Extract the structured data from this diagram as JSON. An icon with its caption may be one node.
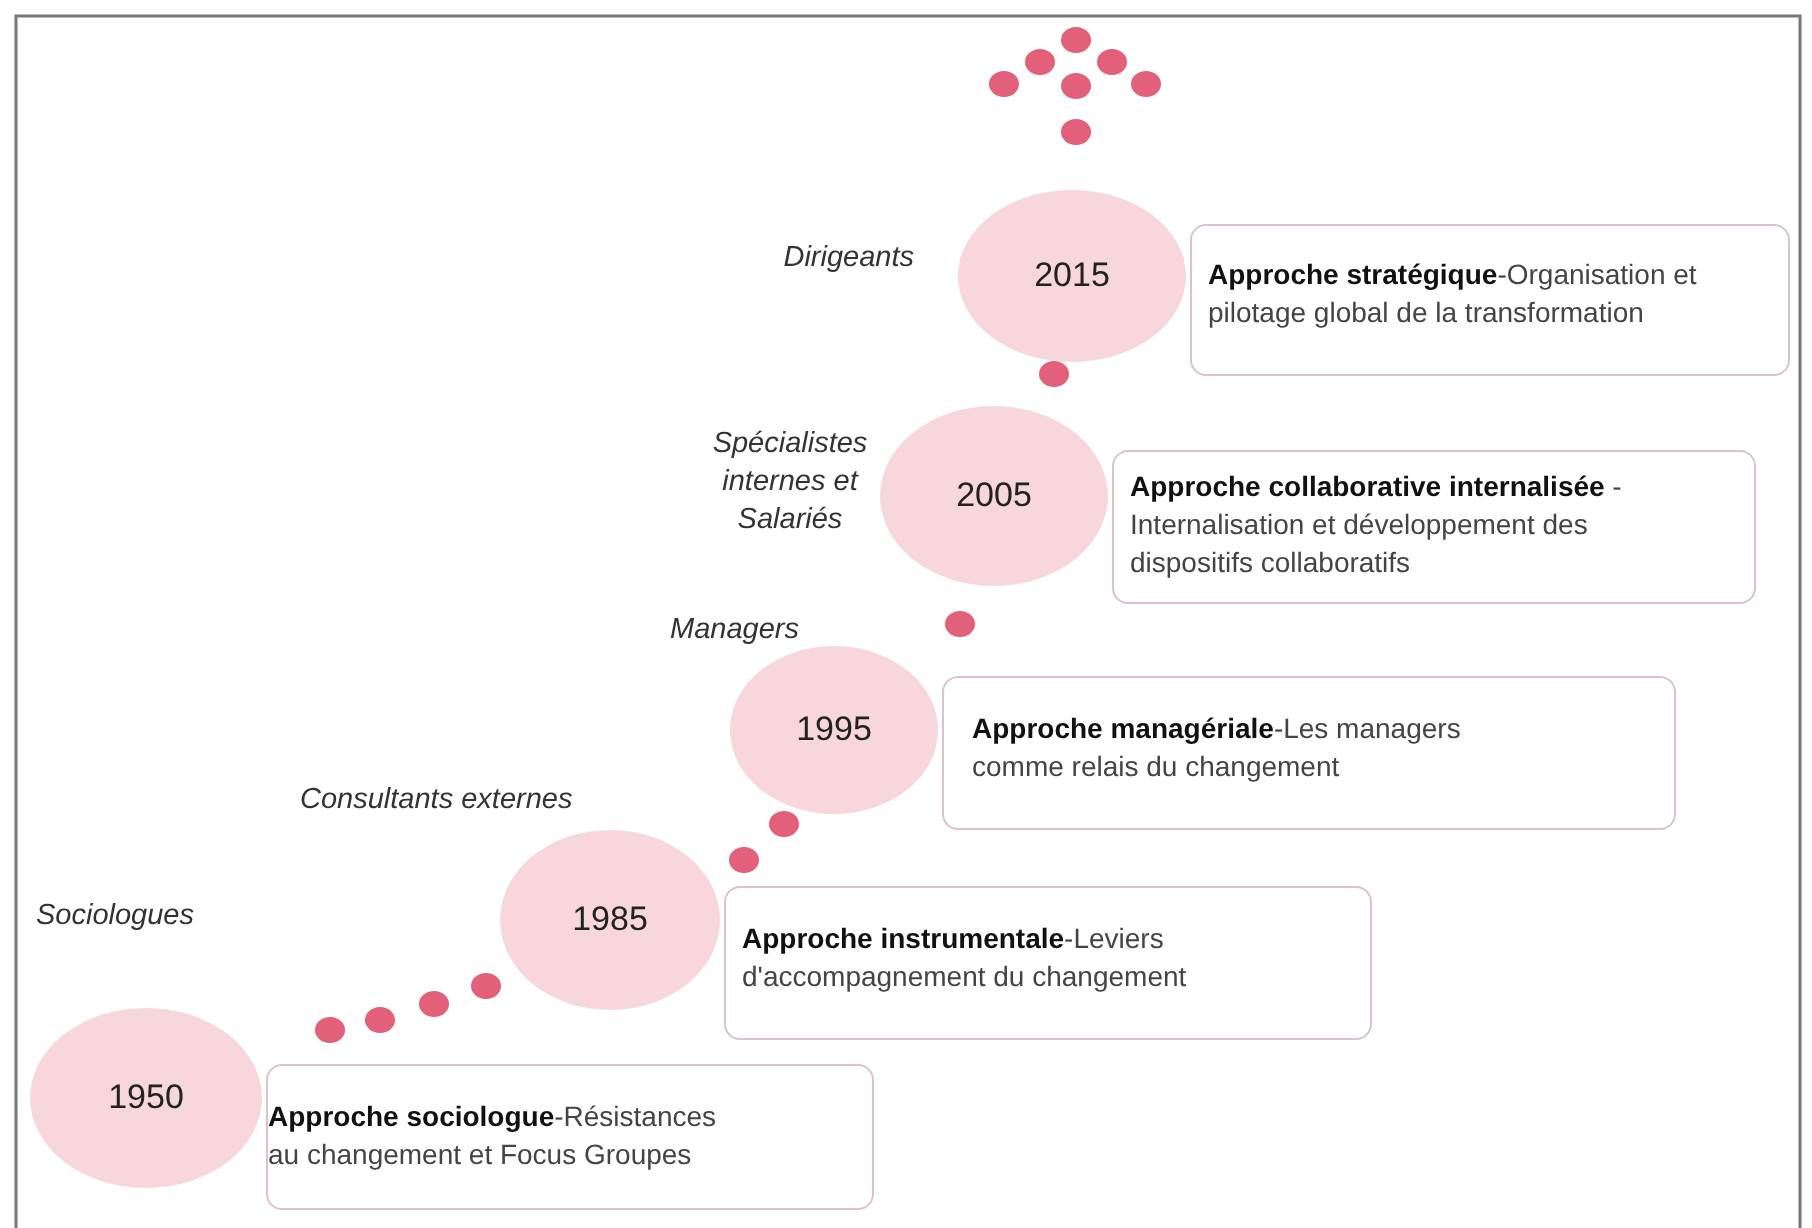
{
  "diagram": {
    "nodes": [
      {
        "text": [
          "2015"
        ],
        "beside": [
          "Dirigeants"
        ]
      },
      {
        "text": [
          "**Approche stratégique**-Organisation et pilotage global de la transformation"
        ]
      },
      {
        "text": [
          "2005"
        ],
        "beside": [
          "Spécialistes internes et Salariés"
        ]
      },
      {
        "text": [
          "**Approche collaborative internalisée** -Internalisation et développement des dispositifs collaboratifs"
        ]
      },
      {
        "text": [
          "1995"
        ],
        "beside": [
          "Managers"
        ]
      },
      {
        "text": [
          "**Approche managériale**-Les managers comme relais du changement"
        ]
      },
      {
        "text": [
          "1985"
        ],
        "beside": [
          "Consultants externes"
        ]
      },
      {
        "text": [
          "**Approche instrumentale**-Leviers d'accompagnement du changement"
        ]
      },
      {
        "text": [
          "1950"
        ],
        "beside": [
          "Sociologues"
        ]
      },
      {
        "text": [
          "**Approche sociologue**-Résistances au changement et Focus Groupes"
        ]
      }
    ]
  }
}
